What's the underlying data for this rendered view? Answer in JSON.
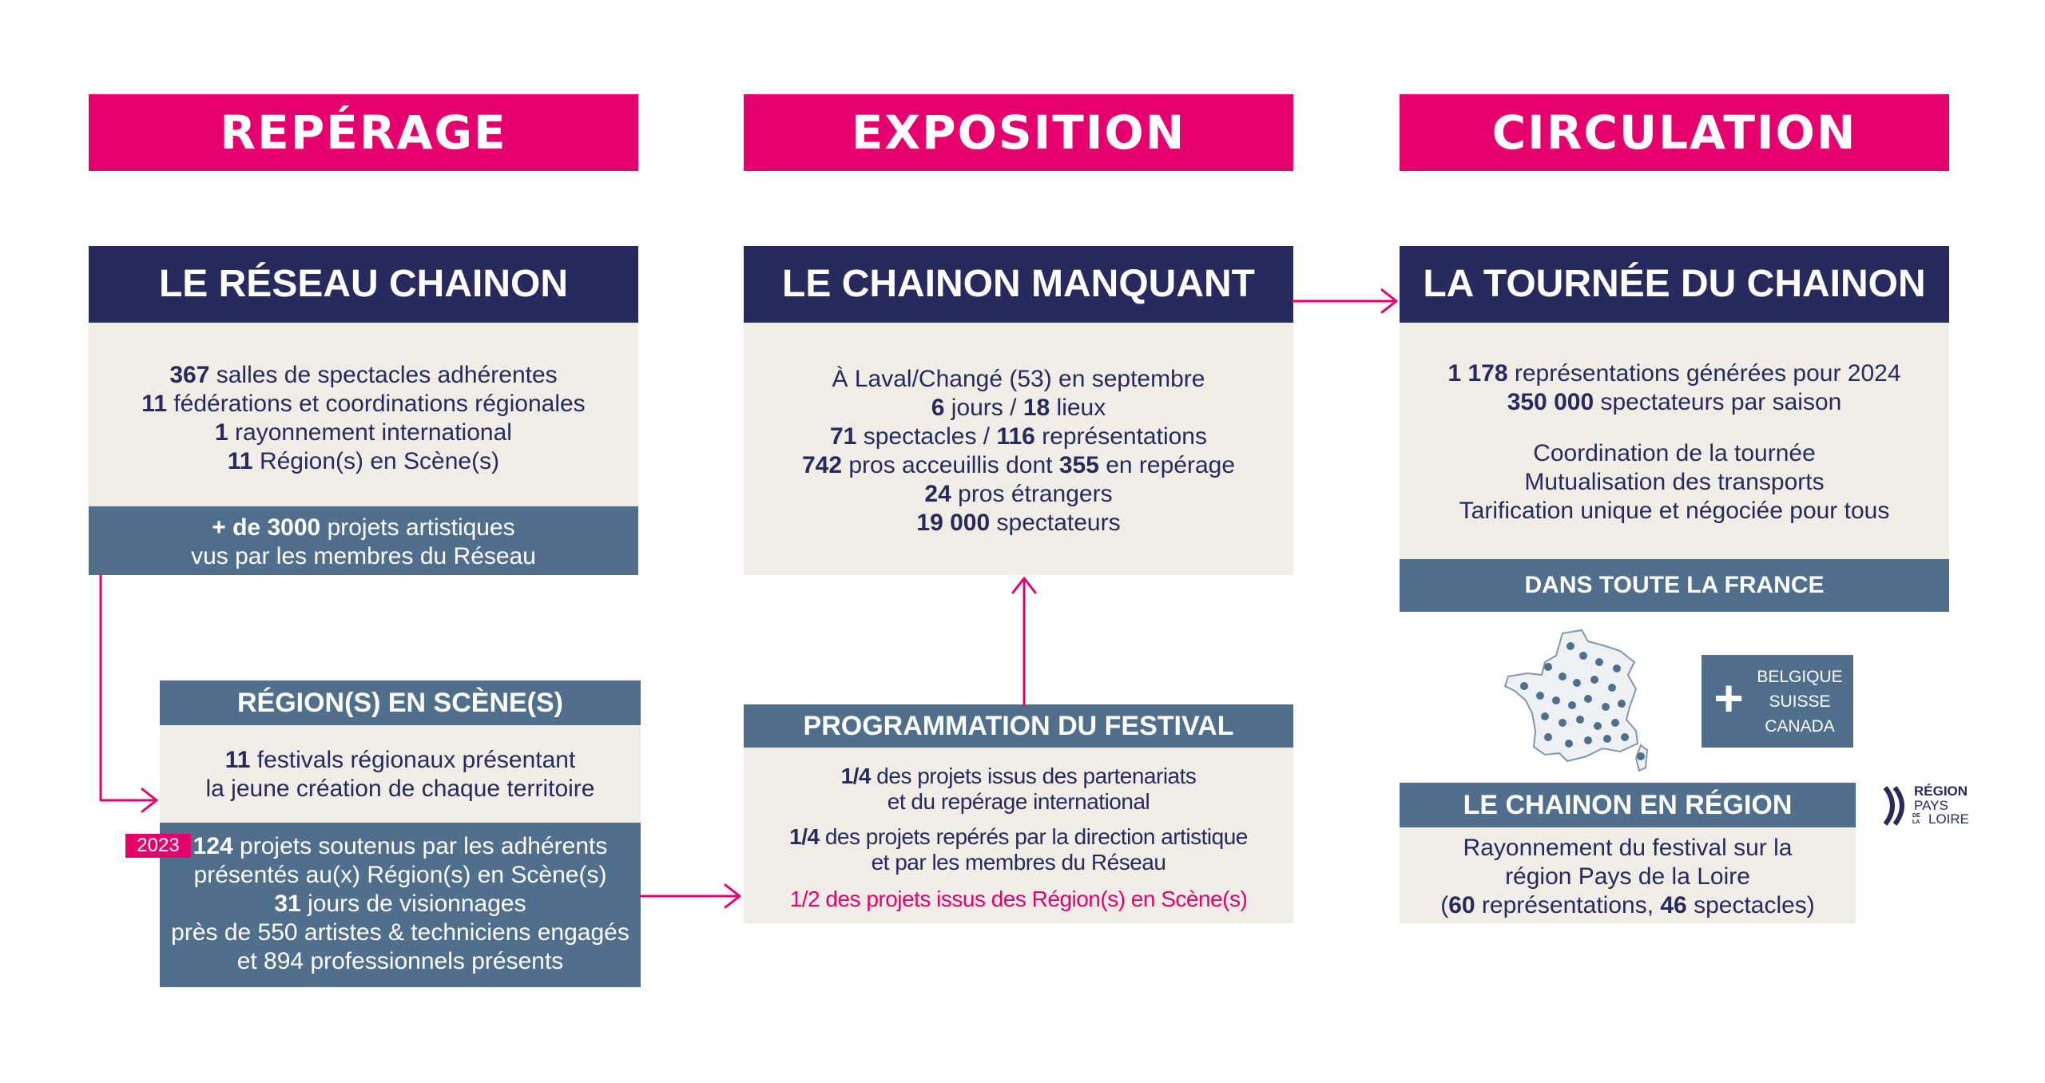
{
  "columns": {
    "reperage": "REPÉRAGE",
    "exposition": "EXPOSITION",
    "circulation": "CIRCULATION"
  },
  "reseau": {
    "title": "LE RÉSEAU CHAINON",
    "salles_num": "367",
    "salles_txt": " salles de spectacles adhérentes",
    "fed_num": "11",
    "fed_txt": " fédérations et coordinations régionales",
    "ray_num": "1",
    "ray_txt": " rayonnement international",
    "reg_num": "11",
    "reg_txt": " Région(s) en Scène(s)",
    "projets_num": "+ de 3000",
    "projets_txt": " projets artistiques",
    "projets_line2": "vus par les membres du Réseau"
  },
  "regions": {
    "title": "RÉGION(S) EN SCÈNE(S)",
    "fest_num": "11",
    "fest_txt": " festivals régionaux présentant",
    "fest_line2": "la jeune création de chaque territoire",
    "year_badge": "2023",
    "proj_num": "124",
    "proj_txt": " projets soutenus par les adhérents",
    "proj_line2": "présentés au(x) Région(s) en Scène(s)",
    "jours_num": "31",
    "jours_txt": " jours de visionnages",
    "artistes": "près de 550 artistes & techniciens engagés",
    "pros": "et 894 professionnels présents"
  },
  "manquant": {
    "title": "LE CHAINON MANQUANT",
    "lieu": "À Laval/Changé (53) en septembre",
    "jours_num": "6",
    "jours_txt": " jours / ",
    "lieux_num": "18",
    "lieux_txt": " lieux",
    "spect_num": "71",
    "spect_txt": " spectacles / ",
    "repr_num": "116",
    "repr_txt": " représentations",
    "pros_num": "742",
    "pros_txt": " pros acceuillis dont ",
    "rep_num": "355",
    "rep_txt": " en repérage",
    "etr_num": "24",
    "etr_txt": " pros étrangers",
    "specta_num": "19 000",
    "specta_txt": " spectateurs"
  },
  "programmation": {
    "title": "PROGRAMMATION DU FESTIVAL",
    "q1_num": "1/4",
    "q1_txt": " des projets issus des partenariats",
    "q1_line2": "et du repérage international",
    "q2_num": "1/4",
    "q2_txt": " des projets repérés par la direction artistique",
    "q2_line2": "et par les membres du Réseau",
    "half": "1/2 des projets issus des Région(s) en Scène(s)"
  },
  "tournee": {
    "title": "LA TOURNÉE DU CHAINON",
    "rep_num": "1 178",
    "rep_txt": " représentations générées pour 2024",
    "spec_num": "350 000",
    "spec_txt": " spectateurs par saison",
    "coord": "Coordination de la tournée",
    "mutu": "Mutualisation des transports",
    "tarif": "Tarification unique et négociée pour tous",
    "france": "DANS TOUTE LA FRANCE"
  },
  "international": {
    "plus": "+",
    "countries": [
      "BELGIQUE",
      "SUISSE",
      "CANADA"
    ]
  },
  "region_pdl": {
    "title": "LE CHAINON EN RÉGION",
    "line1": "Rayonnement du festival sur la",
    "line2": "région Pays de la Loire",
    "paren_open": "(",
    "repr_num": "60",
    "repr_txt": " représentations, ",
    "spect_num": "46",
    "spect_txt": " spectacles)"
  },
  "logo": {
    "l1": "RÉGION",
    "l2": "PAYS",
    "l3": "DE LA",
    "l4": "LOIRE"
  },
  "colors": {
    "pink": "#e6006e",
    "navy": "#272a5c",
    "slate": "#4f6f8c",
    "beige": "#efede6"
  }
}
